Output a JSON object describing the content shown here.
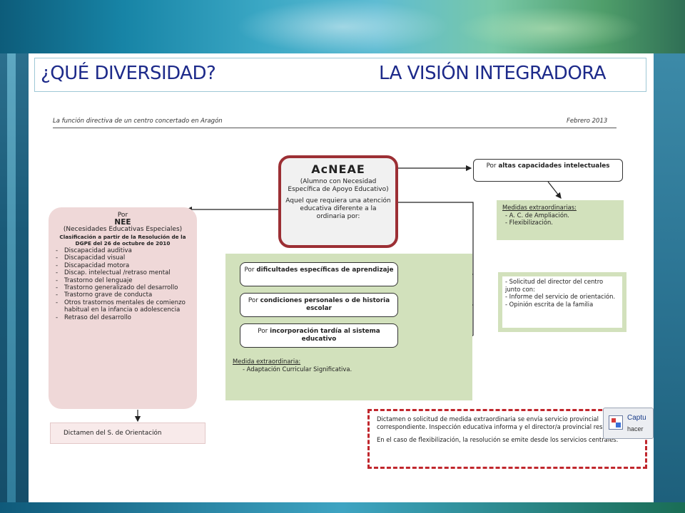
{
  "slide": {
    "title_left": "¿QUÉ DIVERSIDAD?",
    "title_right": "LA VISIÓN INTEGRADORA"
  },
  "document": {
    "header_left": "La función directiva de un centro concertado en Aragón",
    "header_right": "Febrero 2013",
    "acneae": {
      "title": "AcNEAE",
      "subtitle": "(Alumno con Necesidad Específica de Apoyo Educativo)",
      "description": "Aquel que requiera una atención educativa diferente a la ordinaria por:"
    },
    "nee": {
      "por": "Por",
      "title": "NEE",
      "subtitle": "(Necesidades Educativas Especiales)",
      "classification": "Clasificación a partir de la Resolución de la DGPE del 26 de octubre de 2010",
      "items": [
        "Discapacidad auditiva",
        "Discapacidad visual",
        "Discapacidad motora",
        "Discap. intelectual /retraso mental",
        "Trastorno del lenguaje",
        "Trastorno generalizado del desarrollo",
        "Trastorno grave de conducta",
        "Otros trastornos mentales de comienzo habitual en la infancia o adolescencia",
        "Retraso del desarrollo"
      ]
    },
    "causes": [
      {
        "prefix": "Por",
        "bold": "dificultades específicas de aprendizaje"
      },
      {
        "prefix": "Por",
        "bold": "condiciones personales o de historia escolar"
      },
      {
        "prefix": "Por",
        "bold": "incorporación tardía al sistema educativo"
      }
    ],
    "medida_extraordinaria": {
      "label": "Medida extraordinaria:",
      "item": "-    Adaptación Curricular Significativa."
    },
    "altas": {
      "prefix": "Por",
      "bold": "altas capacidades intelectuales"
    },
    "medidas_extraordinarias": {
      "label": "Medidas extraordinarias:",
      "items": [
        "-  A. C. de Ampliación.",
        "-  Flexibilización."
      ]
    },
    "solicitud": {
      "items": [
        "- Solicitud del director del centro junto con:",
        "- Informe del servicio de orientación.",
        "- Opinión escrita de la familia"
      ]
    },
    "dictamen_orientacion": "Dictamen del S. de Orientación",
    "dictamen_box": {
      "p1": "Dictamen o solicitud de medida extraordinaria se envía servicio provincial correspondiente. Inspección educativa informa y el director/a provincial resuelve.",
      "p2": "En el caso de flexibilización, la resolución se emite desde los servicios centrales."
    }
  },
  "capture_popup": {
    "line1": "Captu",
    "line2": "hacer"
  },
  "colors": {
    "title_text": "#1d2a8a",
    "acneae_border": "#9c2f34",
    "nee_fill": "#efd8d8",
    "green_fill": "#d2e1bc",
    "dashed_border": "#c0272d"
  }
}
